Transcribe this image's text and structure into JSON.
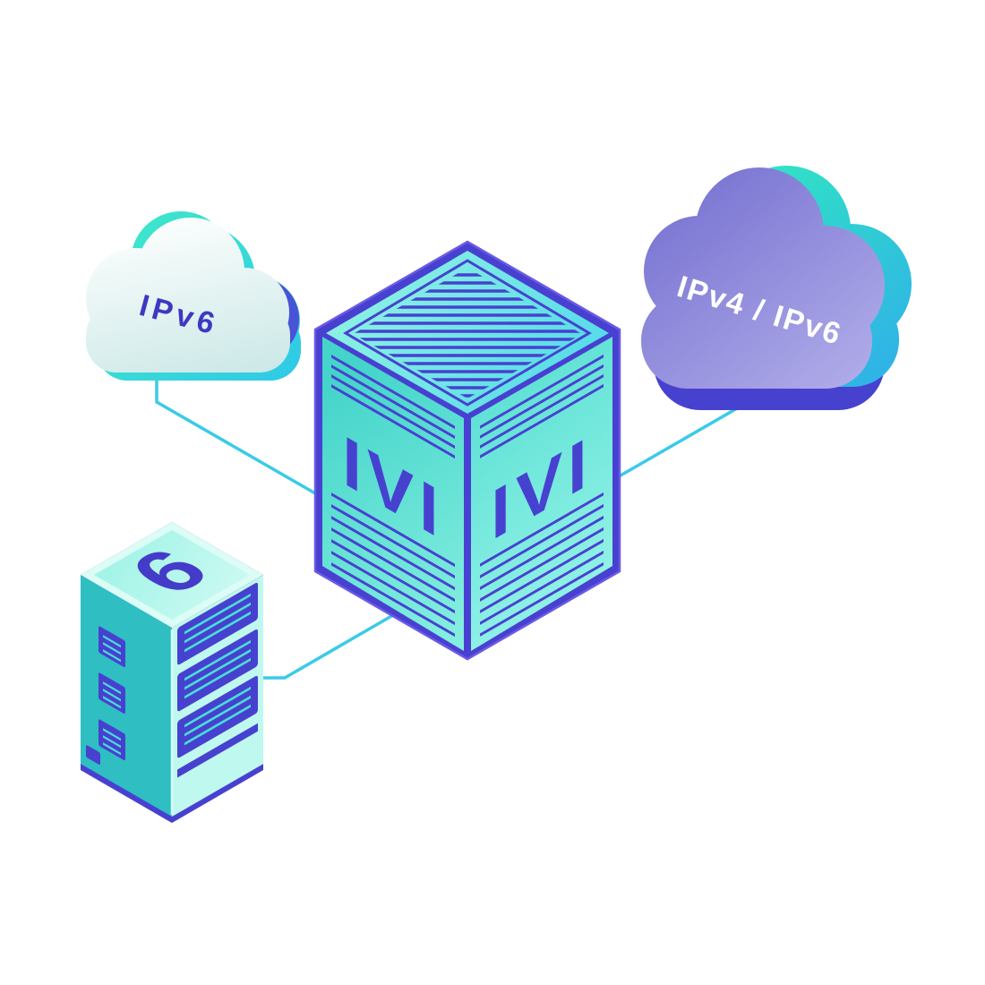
{
  "diagram": {
    "nodes": {
      "ipv6_cloud": {
        "label": "IPv6"
      },
      "dual_stack_cloud": {
        "label": "IPv4 / IPv6"
      },
      "ivi_translator": {
        "label_left_face": "IVI",
        "label_right_face": "IVI"
      },
      "ipv6_server": {
        "label": "6"
      }
    },
    "colors": {
      "teal_body": "#47D6CC",
      "indigo_detail": "#4741D0",
      "connector_cyan": "#3ACBE8",
      "cloud_purple": "#8C87DA",
      "cloud_light": "#EFF8F7",
      "accent_teal": "#35E2C8",
      "background": "#FFFFFF"
    }
  }
}
